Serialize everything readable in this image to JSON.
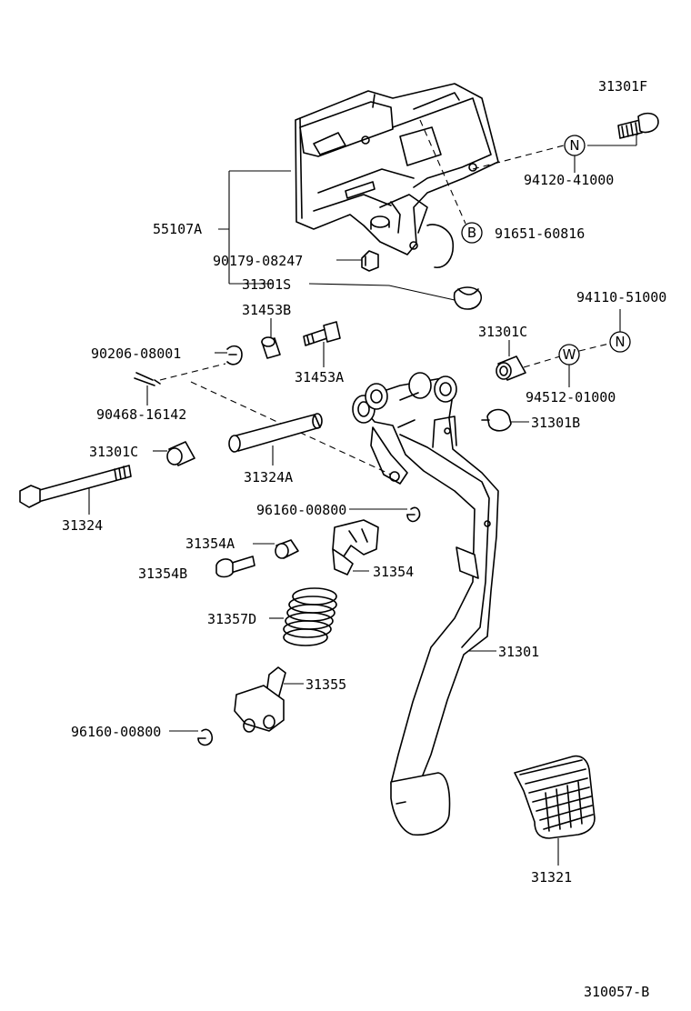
{
  "labels": {
    "p31301F": "31301F",
    "p94120": "94120-41000",
    "p91651": "91651-60816",
    "p55107A": "55107A",
    "p90179": "90179-08247",
    "p31301S": "31301S",
    "p31453B": "31453B",
    "p94110": "94110-51000",
    "p90206": "90206-08001",
    "p31453A": "31453A",
    "p31301C_r": "31301C",
    "p94512": "94512-01000",
    "p90468": "90468-16142",
    "p31301B": "31301B",
    "p31301C_l": "31301C",
    "p31324A": "31324A",
    "p31324": "31324",
    "p96160_a": "96160-00800",
    "p31354A": "31354A",
    "p31354B": "31354B",
    "p31354": "31354",
    "p31357D": "31357D",
    "p31301": "31301",
    "p31355": "31355",
    "p96160_b": "96160-00800",
    "p31321": "31321",
    "diagram_code": "310057-B"
  },
  "markers": {
    "n_top": "N",
    "b_bolt": "B",
    "n_right": "N",
    "w_washer": "W"
  }
}
